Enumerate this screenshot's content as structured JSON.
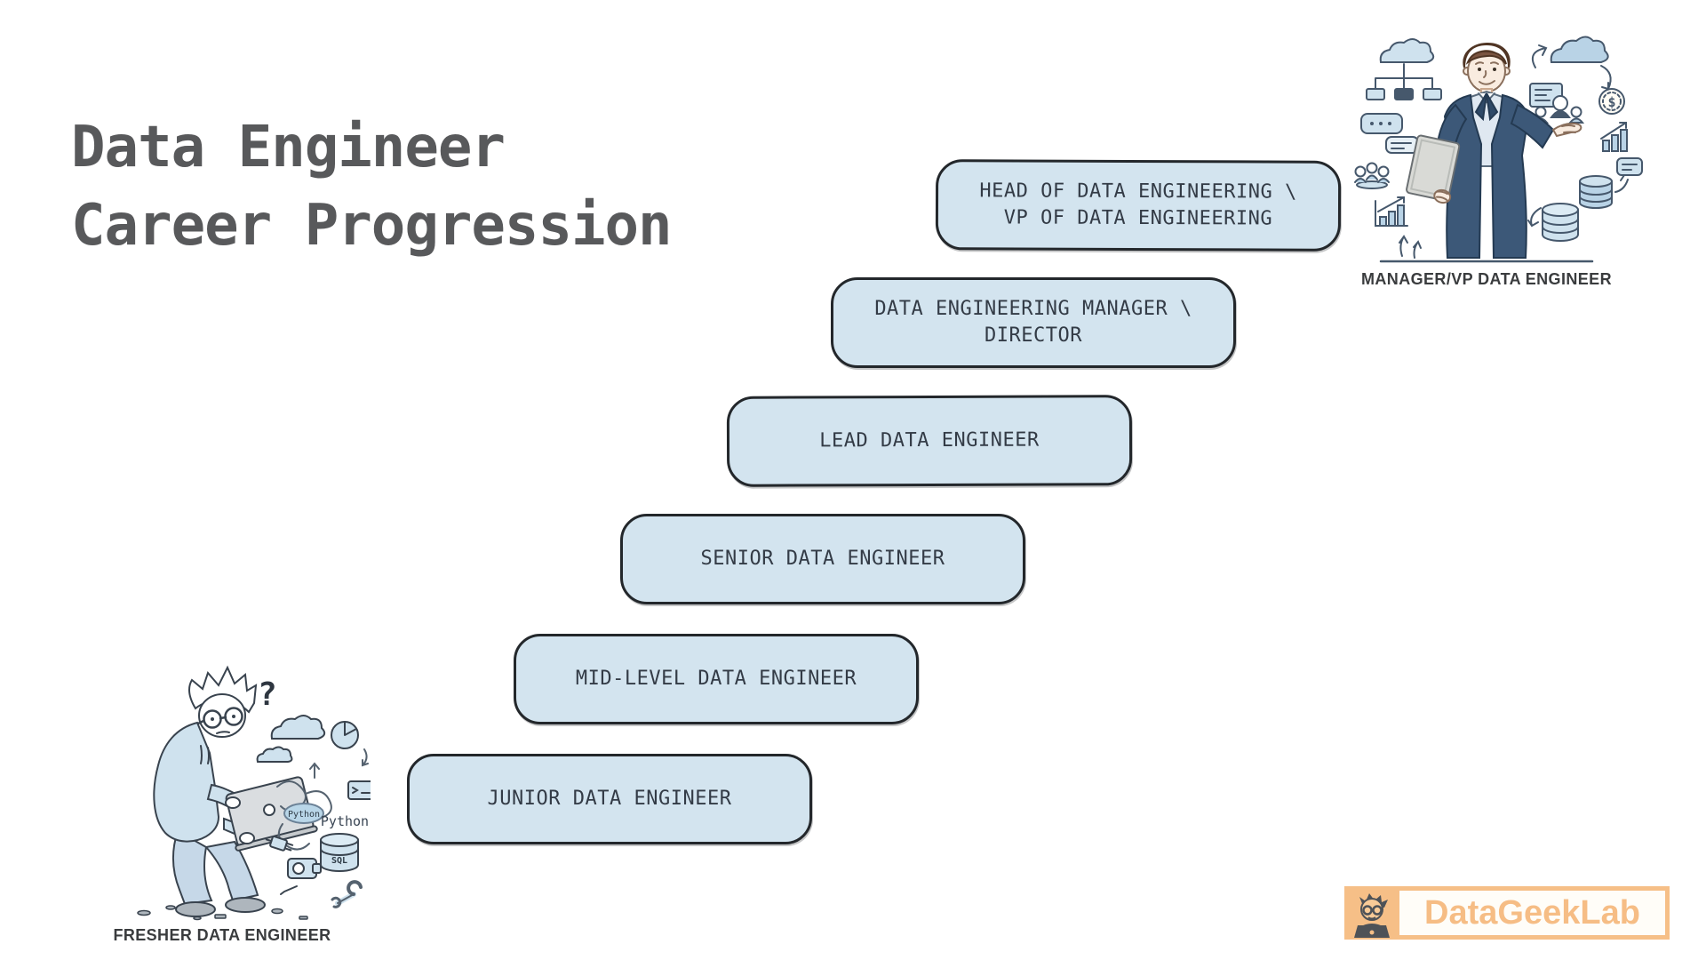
{
  "title": {
    "line1": "Data Engineer",
    "line2": "Career Progression"
  },
  "steps": [
    {
      "id": "junior",
      "label": "JUNIOR DATA ENGINEER"
    },
    {
      "id": "mid",
      "label": "MID-LEVEL DATA ENGINEER"
    },
    {
      "id": "senior",
      "label": "SENIOR DATA ENGINEER"
    },
    {
      "id": "lead",
      "label": "LEAD DATA ENGINEER"
    },
    {
      "id": "manager",
      "label": "DATA ENGINEERING MANAGER \\\nDIRECTOR"
    },
    {
      "id": "head",
      "label": "HEAD OF DATA ENGINEERING \\\nVP OF DATA ENGINEERING"
    }
  ],
  "fresher": {
    "caption": "FRESHER DATA ENGINEER",
    "question_mark": "?",
    "python_cloud_label": "Python",
    "python_text_label": "Python",
    "sql_label": "SQL"
  },
  "manager": {
    "caption": "MANAGER/VP DATA ENGINEER",
    "dollar_sign": "$"
  },
  "logo": {
    "text": "DataGeekLab"
  },
  "colors": {
    "background": "#ffffff",
    "title_text": "#58595b",
    "box_fill": "#d3e4ef",
    "box_border": "#23272b",
    "box_text": "#333b46",
    "illustration_light_blue": "#cfe2ee",
    "illustration_mid_blue": "#b9d3e6",
    "illustration_outline": "#46586c",
    "suit_navy": "#3c5878",
    "logo_orange": "#f6bf87",
    "logo_background": "#fffdf8"
  }
}
